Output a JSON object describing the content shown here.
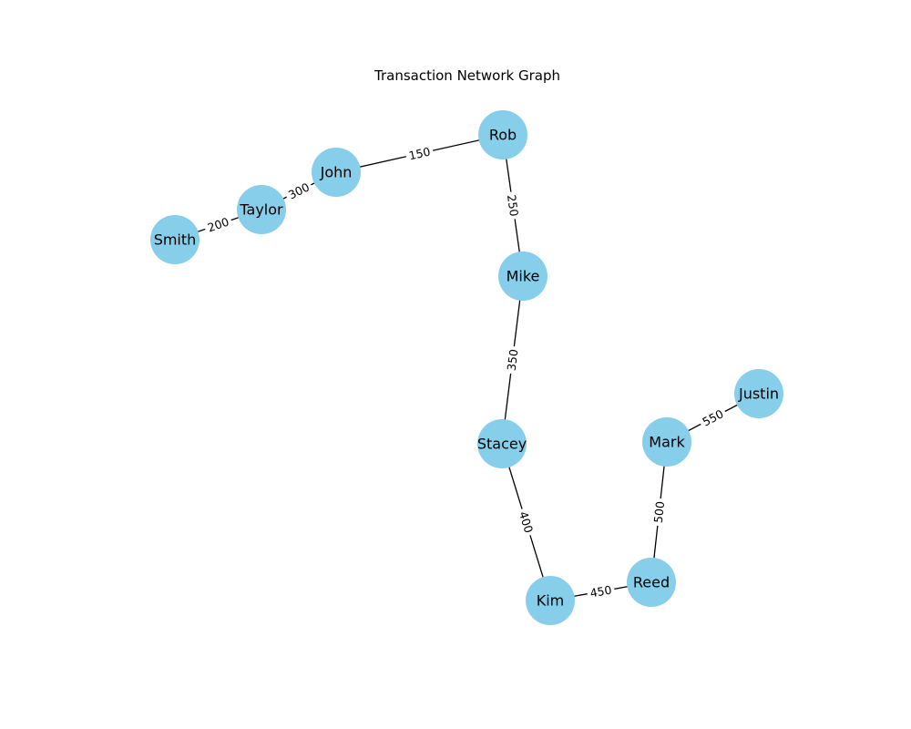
{
  "title": "Transaction Network Graph",
  "colors": {
    "node": "#87CEEB",
    "edge": "#000000",
    "text": "#000000"
  },
  "nodes": [
    {
      "id": "Smith",
      "label": "Smith"
    },
    {
      "id": "Taylor",
      "label": "Taylor"
    },
    {
      "id": "John",
      "label": "John"
    },
    {
      "id": "Rob",
      "label": "Rob"
    },
    {
      "id": "Mike",
      "label": "Mike"
    },
    {
      "id": "Stacey",
      "label": "Stacey"
    },
    {
      "id": "Kim",
      "label": "Kim"
    },
    {
      "id": "Reed",
      "label": "Reed"
    },
    {
      "id": "Mark",
      "label": "Mark"
    },
    {
      "id": "Justin",
      "label": "Justin"
    }
  ],
  "edges": [
    {
      "source": "Smith",
      "target": "Taylor",
      "label": "200"
    },
    {
      "source": "Taylor",
      "target": "John",
      "label": "300"
    },
    {
      "source": "John",
      "target": "Rob",
      "label": "150"
    },
    {
      "source": "Rob",
      "target": "Mike",
      "label": "250"
    },
    {
      "source": "Mike",
      "target": "Stacey",
      "label": "350"
    },
    {
      "source": "Stacey",
      "target": "Kim",
      "label": "400"
    },
    {
      "source": "Kim",
      "target": "Reed",
      "label": "450"
    },
    {
      "source": "Reed",
      "target": "Mark",
      "label": "500"
    },
    {
      "source": "Mark",
      "target": "Justin",
      "label": "550"
    }
  ]
}
